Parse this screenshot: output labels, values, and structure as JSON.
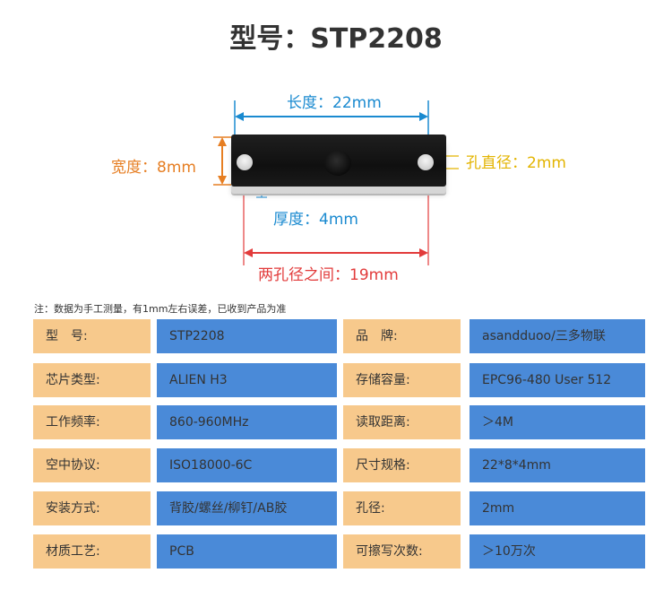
{
  "title": "型号：STP2208",
  "diagram": {
    "length": "长度：22mm",
    "width": "宽度：8mm",
    "hole_diameter": "孔直径：2mm",
    "thickness": "厚度：4mm",
    "hole_spacing": "两孔径之间：19mm"
  },
  "note": "注：数据为手工测量，有1mm左右误差，已收到产品为准",
  "specs": [
    {
      "k1": "型　号:",
      "v1": "STP2208",
      "k2": "品　牌:",
      "v2": "asandduoo/三多物联"
    },
    {
      "k1": "芯片类型:",
      "v1": "ALIEN H3",
      "k2": "存储容量:",
      "v2": "EPC96-480  User 512"
    },
    {
      "k1": "工作频率:",
      "v1": "860-960MHz",
      "k2": "读取距离:",
      "v2": "＞4M"
    },
    {
      "k1": "空中协议:",
      "v1": "ISO18000-6C",
      "k2": "尺寸规格:",
      "v2": "22*8*4mm"
    },
    {
      "k1": "安装方式:",
      "v1": "背胶/螺丝/柳钉/AB胶",
      "k2": "孔径:",
      "v2": "2mm"
    },
    {
      "k1": "材质工艺:",
      "v1": "PCB",
      "k2": "可擦写次数:",
      "v2": "＞10万次"
    }
  ],
  "colors": {
    "key_cell": "#f7c98c",
    "value_cell": "#4a8ad8",
    "length_dim": "#1a8ad0",
    "width_dim": "#e67e22",
    "hole_dim": "#e3b400",
    "spacing_dim": "#e23b3b"
  }
}
